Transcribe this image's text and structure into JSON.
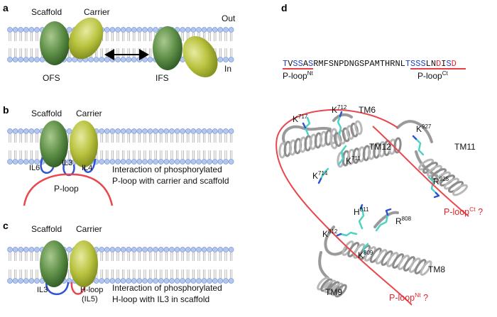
{
  "panels": {
    "a": {
      "letter": "a",
      "scaffold": "Scaffold",
      "carrier": "Carrier",
      "out": "Out",
      "in": "In",
      "ofs": "OFS",
      "ifs": "IFS"
    },
    "b": {
      "letter": "b",
      "scaffold": "Scaffold",
      "carrier": "Carrier",
      "il6": "IL6",
      "il3": "IL3",
      "il4": "IL4",
      "ploop": "P-loop",
      "caption_line1": "Interaction of phosphorylated",
      "caption_line2": "P-loop with carrier and scaffold"
    },
    "c": {
      "letter": "c",
      "scaffold": "Scaffold",
      "carrier": "Carrier",
      "il3": "IL3",
      "hloop": "H-loop",
      "il5": "(IL5)",
      "caption_line1": "Interaction of phosphorylated",
      "caption_line2": "H-loop with IL3 in scaffold"
    },
    "d": {
      "letter": "d",
      "sequence": [
        {
          "t": "T",
          "c": "#1f3fbf"
        },
        {
          "t": "V",
          "c": "#111111"
        },
        {
          "t": "SS",
          "c": "#1f3fbf"
        },
        {
          "t": "A",
          "c": "#111111"
        },
        {
          "t": "S",
          "c": "#1f3fbf"
        },
        {
          "t": "RMFSNPDNGSPAMTHRNL",
          "c": "#111111"
        },
        {
          "t": "TSSS",
          "c": "#1f3fbf"
        },
        {
          "t": "LN",
          "c": "#111111"
        },
        {
          "t": "D",
          "c": "#e0252b"
        },
        {
          "t": "I",
          "c": "#111111"
        },
        {
          "t": "S",
          "c": "#1f3fbf"
        },
        {
          "t": "D",
          "c": "#e0252b"
        }
      ],
      "ploop_nt_label": "P-loop",
      "ploop_nt_sup": "Nt",
      "ploop_ct_label": "P-loop",
      "ploop_ct_sup": "Ct",
      "structure_labels": {
        "k717": {
          "base": "K",
          "sup": "717"
        },
        "k712": {
          "base": "K",
          "sup": "712"
        },
        "tm6": "TM6",
        "k927": {
          "base": "K",
          "sup": "927"
        },
        "tm12": "TM12",
        "tm11": "TM11",
        "k711": {
          "base": "K",
          "sup": "711"
        },
        "k714": {
          "base": "K",
          "sup": "714"
        },
        "r925": {
          "base": "R",
          "sup": "925"
        },
        "h811": {
          "base": "H",
          "sup": "811"
        },
        "r808": {
          "base": "R",
          "sup": "808"
        },
        "k812": {
          "base": "K",
          "sup": "812"
        },
        "k809": {
          "base": "K",
          "sup": "809"
        },
        "tm8": "TM8",
        "tm9": "TM9"
      },
      "ploop_ct_q": {
        "base": "P-loop",
        "sup": "Ct",
        "q": " ?"
      },
      "ploop_nt_q": {
        "base": "P-loop",
        "sup": "Nt",
        "q": " ?"
      }
    }
  },
  "colors": {
    "scaffold_green": "#5b8c46",
    "carrier_yellow": "#b5bf3c",
    "loop_blue": "#2f53d6",
    "loop_red": "#e8474d",
    "basic_blue": "#1f3fbf",
    "acidic_red": "#e0252b"
  }
}
